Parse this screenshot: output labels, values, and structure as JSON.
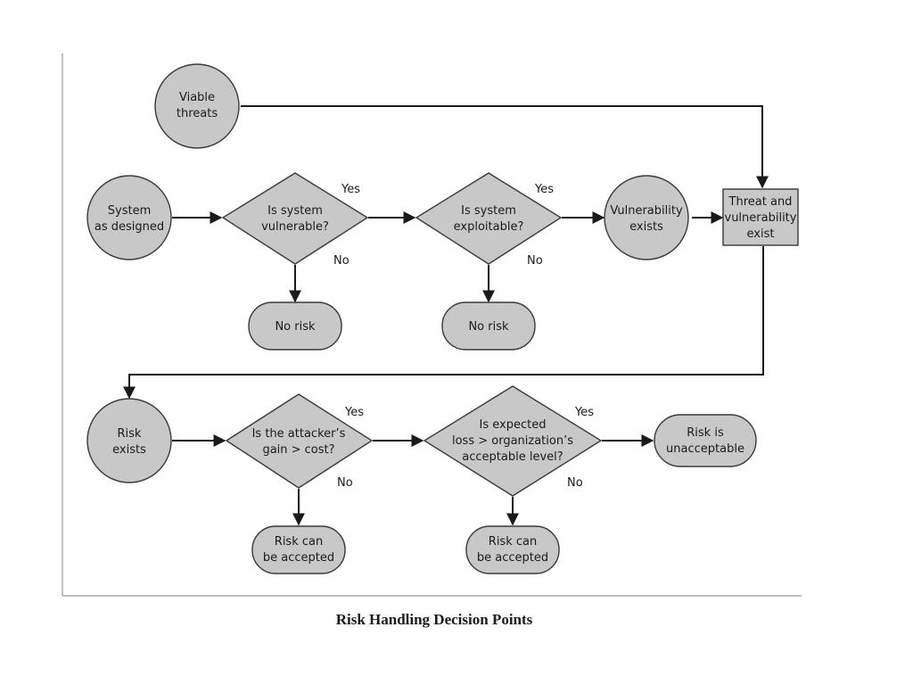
{
  "diagram": {
    "caption": "Risk Handling Decision Points",
    "nodes": {
      "viable_threats": {
        "shape": "circle",
        "lines": [
          "Viable",
          "threats"
        ]
      },
      "system_as_designed": {
        "shape": "circle",
        "lines": [
          "System",
          "as designed"
        ]
      },
      "is_system_vulnerable": {
        "shape": "diamond",
        "lines": [
          "Is system",
          "vulnerable?"
        ]
      },
      "no_risk_1": {
        "shape": "rounded-rect",
        "lines": [
          "No risk"
        ]
      },
      "is_system_exploitable": {
        "shape": "diamond",
        "lines": [
          "Is system",
          "exploitable?"
        ]
      },
      "no_risk_2": {
        "shape": "rounded-rect",
        "lines": [
          "No risk"
        ]
      },
      "vulnerability_exists": {
        "shape": "circle",
        "lines": [
          "Vulnerability",
          "exists"
        ]
      },
      "threat_and_vulnerability_exist": {
        "shape": "rect",
        "lines": [
          "Threat and",
          "vulnerability",
          "exist"
        ]
      },
      "risk_exists": {
        "shape": "circle",
        "lines": [
          "Risk",
          "exists"
        ]
      },
      "attacker_gain_gt_cost": {
        "shape": "diamond",
        "lines": [
          "Is the attacker’s",
          "gain > cost?"
        ]
      },
      "risk_can_be_accepted_1": {
        "shape": "rounded-rect",
        "lines": [
          "Risk can",
          "be accepted"
        ]
      },
      "expected_loss_gt_acceptable": {
        "shape": "diamond",
        "lines": [
          "Is expected",
          "loss > organization’s",
          "acceptable level?"
        ]
      },
      "risk_can_be_accepted_2": {
        "shape": "rounded-rect",
        "lines": [
          "Risk can",
          "be accepted"
        ]
      },
      "risk_is_unacceptable": {
        "shape": "rounded-rect",
        "lines": [
          "Risk is",
          "unacceptable"
        ]
      }
    },
    "edges": [
      {
        "from": "viable_threats",
        "to": "threat_and_vulnerability_exist",
        "label": ""
      },
      {
        "from": "system_as_designed",
        "to": "is_system_vulnerable",
        "label": ""
      },
      {
        "from": "is_system_vulnerable",
        "to": "is_system_exploitable",
        "label": "Yes"
      },
      {
        "from": "is_system_vulnerable",
        "to": "no_risk_1",
        "label": "No"
      },
      {
        "from": "is_system_exploitable",
        "to": "vulnerability_exists",
        "label": "Yes"
      },
      {
        "from": "is_system_exploitable",
        "to": "no_risk_2",
        "label": "No"
      },
      {
        "from": "vulnerability_exists",
        "to": "threat_and_vulnerability_exist",
        "label": ""
      },
      {
        "from": "threat_and_vulnerability_exist",
        "to": "risk_exists",
        "label": ""
      },
      {
        "from": "risk_exists",
        "to": "attacker_gain_gt_cost",
        "label": ""
      },
      {
        "from": "attacker_gain_gt_cost",
        "to": "expected_loss_gt_acceptable",
        "label": "Yes"
      },
      {
        "from": "attacker_gain_gt_cost",
        "to": "risk_can_be_accepted_1",
        "label": "No"
      },
      {
        "from": "expected_loss_gt_acceptable",
        "to": "risk_is_unacceptable",
        "label": "Yes"
      },
      {
        "from": "expected_loss_gt_acceptable",
        "to": "risk_can_be_accepted_2",
        "label": "No"
      }
    ]
  }
}
